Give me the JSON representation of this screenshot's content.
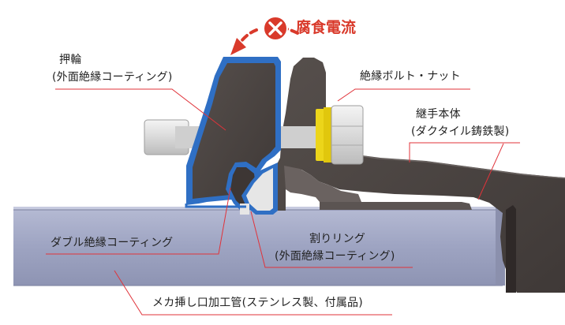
{
  "diagram": {
    "alert": {
      "text": "腐食電流",
      "icon": "x-circle-icon",
      "color": "#d93a2b",
      "arrow_color": "#d93a2b"
    },
    "labels": {
      "gland_title": "押輪",
      "gland_sub": "(外面絶縁コーティング)",
      "bolt": "絶縁ボルト・ナット",
      "body_title": "継手本体",
      "body_sub": "(ダクタイル鋳鉄製)",
      "double_coating": "ダブル絶縁コーティング",
      "ring_title": "割りリング",
      "ring_sub": "(外面絶縁コーティング)",
      "pipe": "メカ挿し口加工管(ステンレス製、付属品)"
    },
    "colors": {
      "casting": "#4d4644",
      "coating": "#2f6fc4",
      "pipe": "#9ea4c2",
      "leader": "#e0333a",
      "bolt_insulator": "#ecd51a"
    }
  }
}
